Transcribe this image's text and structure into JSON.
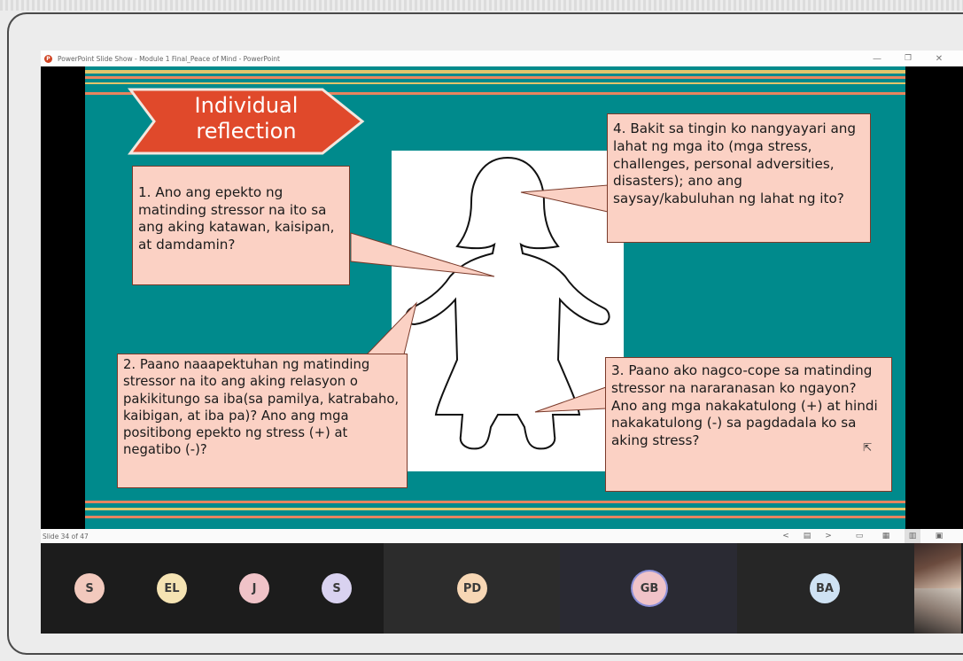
{
  "window": {
    "title": "PowerPoint Slide Show  -  Module 1 Final_Peace of Mind - PowerPoint",
    "minimize_glyph": "—",
    "restore_glyph": "❐",
    "close_glyph": "✕"
  },
  "slide": {
    "banner_title": "Individual reflection",
    "callouts": {
      "q1": "1. Ano ang epekto ng matinding stressor na ito sa ang aking katawan, kaisipan, at damdamin?",
      "q2": "2. Paano naaapektuhan ng matinding stressor na ito ang aking relasyon o pakikitungo sa iba(sa pamilya, katrabaho, kaibigan, at iba pa)? Ano ang mga positibong epekto ng stress (+) at negatibo (-)?",
      "q3": "3. Paano ako nagco-cope sa matinding stressor na nararanasan ko ngayon? Ano ang mga nakakatulong (+) at hindi nakakatulong (-) sa pagdadala ko sa aking stress?",
      "q4": "4. Bakit sa tingin ko nangyayari ang lahat ng mga ito (mga stress, challenges, personal adversities, disasters); ano ang saysay/kabuluhan ng lahat ng ito?"
    },
    "colors": {
      "background": "#008a8c",
      "banner": "#e0492b",
      "callout": "#fbd1c4",
      "stripe_orange": "#e8845f",
      "stripe_yellow": "#e2c46b"
    }
  },
  "statusbar": {
    "slide_counter": "Slide 34 of 47",
    "prev_glyph": "<",
    "next_glyph": ">",
    "menu_glyph": "▤"
  },
  "participants": [
    {
      "initials": "S",
      "color": "#f2c9bd"
    },
    {
      "initials": "EL",
      "color": "#f5e3b3"
    },
    {
      "initials": "J",
      "color": "#f0c3c8"
    },
    {
      "initials": "S",
      "color": "#d9d2f0"
    },
    {
      "initials": "PD",
      "color": "#f7d7b5"
    },
    {
      "initials": "GB",
      "color": "#f0c3c8"
    },
    {
      "initials": "BA",
      "color": "#cfe2f3"
    }
  ]
}
